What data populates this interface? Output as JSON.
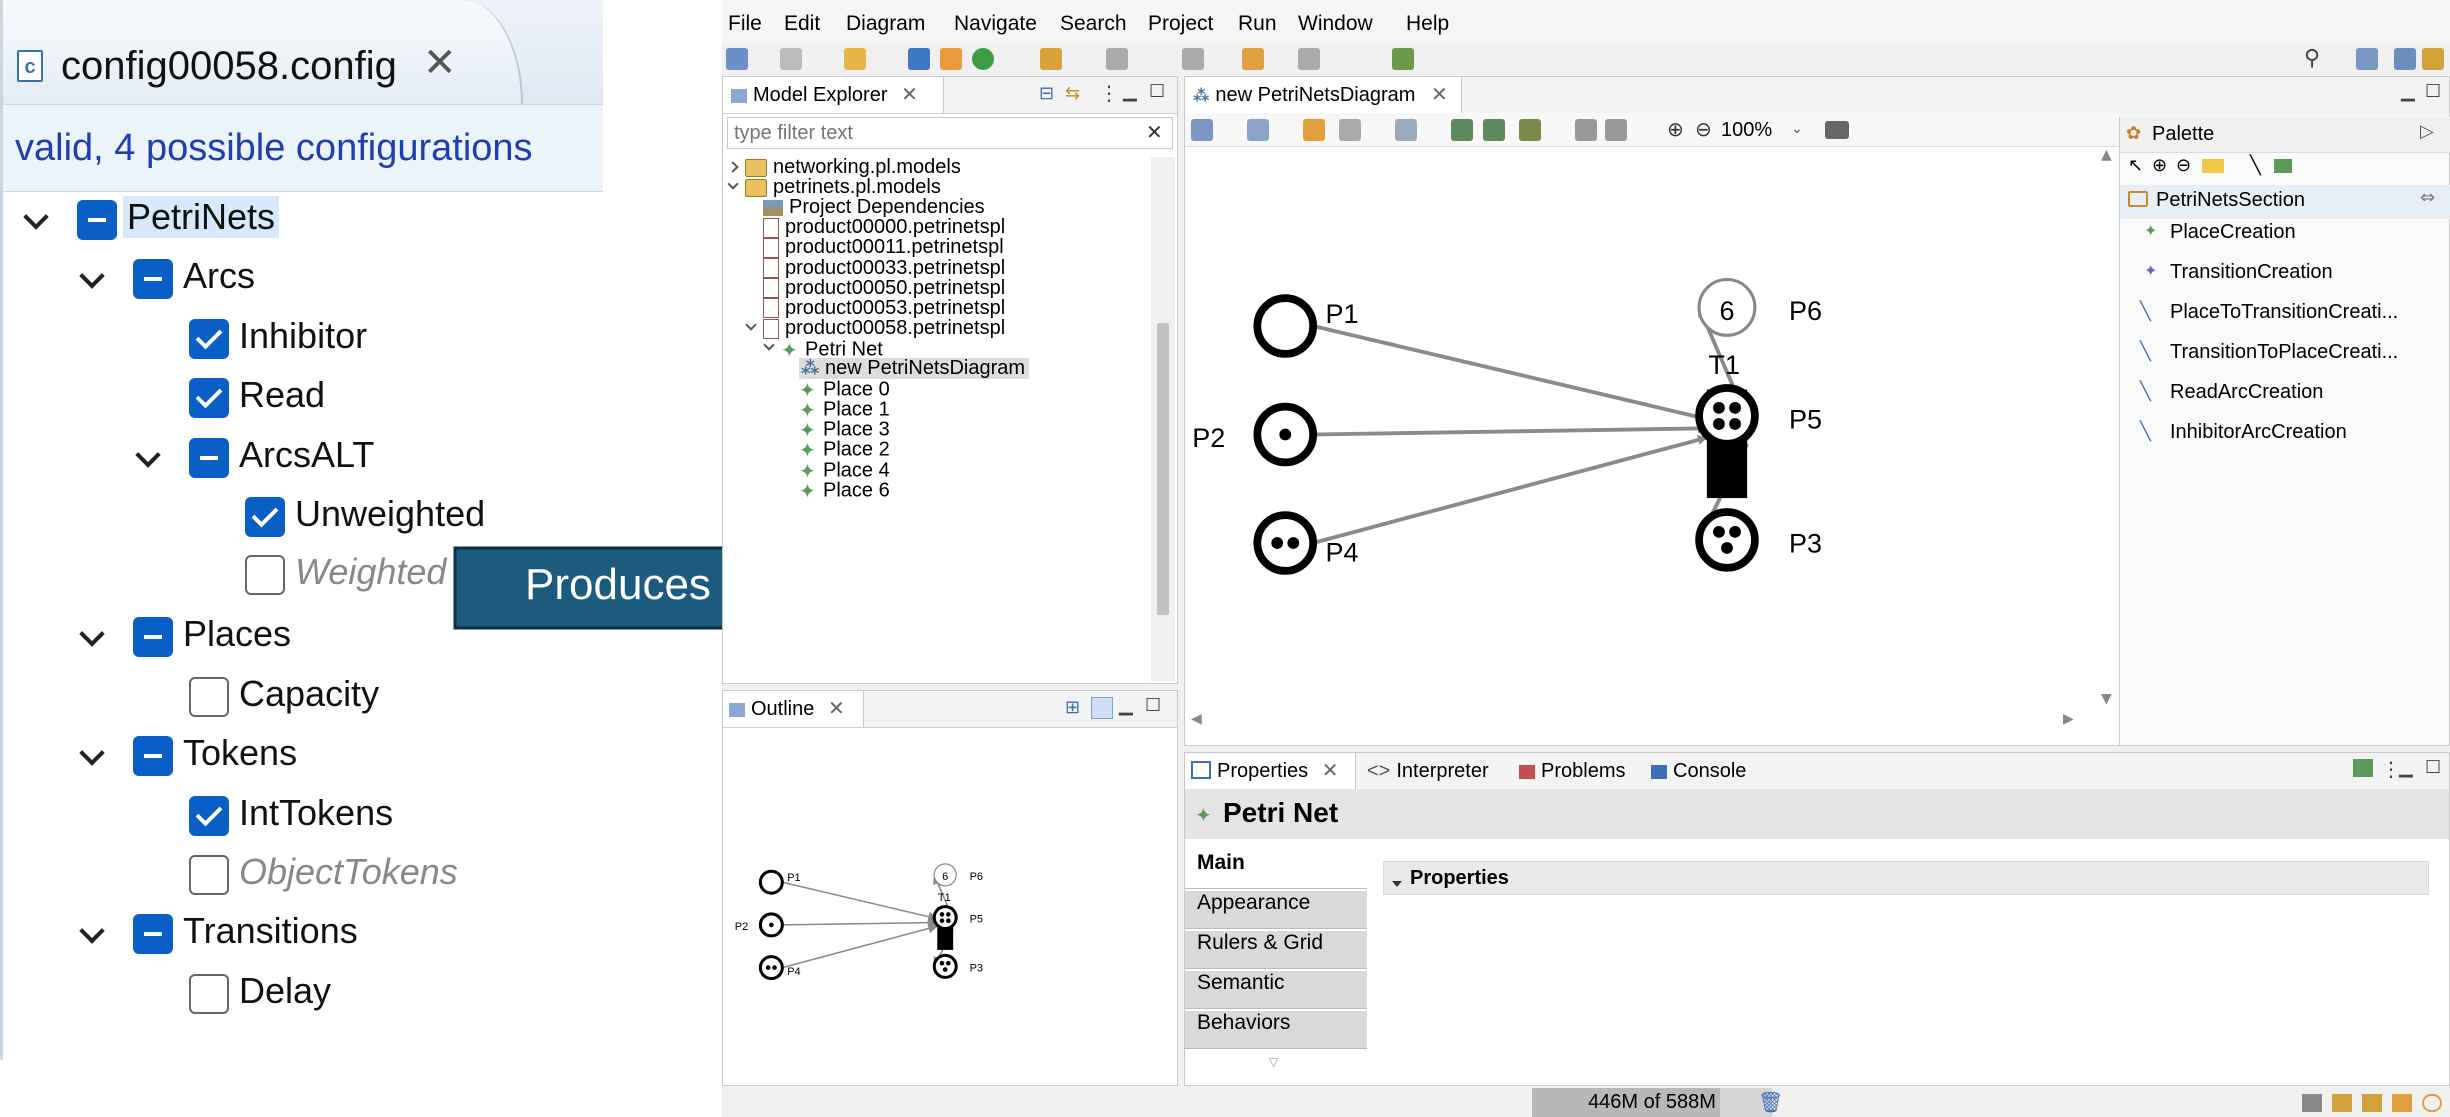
{
  "config_panel": {
    "tab_title": "config00058.config",
    "file_icon": "c",
    "status": "valid, 4 possible configurations",
    "features": [
      {
        "label": "PetriNets",
        "state": "minus",
        "depth": 0,
        "expand": true,
        "selected": true,
        "disabled": false
      },
      {
        "label": "Arcs",
        "state": "minus",
        "depth": 1,
        "expand": true,
        "selected": false,
        "disabled": false
      },
      {
        "label": "Inhibitor",
        "state": "checked",
        "depth": 2,
        "expand": false,
        "selected": false,
        "disabled": false
      },
      {
        "label": "Read",
        "state": "checked",
        "depth": 2,
        "expand": false,
        "selected": false,
        "disabled": false
      },
      {
        "label": "ArcsALT",
        "state": "minus",
        "depth": 2,
        "expand": true,
        "selected": false,
        "disabled": false
      },
      {
        "label": "Unweighted",
        "state": "checked",
        "depth": 3,
        "expand": false,
        "selected": false,
        "disabled": false
      },
      {
        "label": "Weighted",
        "state": "empty",
        "depth": 3,
        "expand": false,
        "selected": false,
        "disabled": true
      },
      {
        "label": "Places",
        "state": "minus",
        "depth": 1,
        "expand": true,
        "selected": false,
        "disabled": false
      },
      {
        "label": "Capacity",
        "state": "empty",
        "depth": 2,
        "expand": false,
        "selected": false,
        "disabled": false
      },
      {
        "label": "Tokens",
        "state": "minus",
        "depth": 1,
        "expand": true,
        "selected": false,
        "disabled": false
      },
      {
        "label": "IntTokens",
        "state": "checked",
        "depth": 2,
        "expand": false,
        "selected": false,
        "disabled": false
      },
      {
        "label": "ObjectTokens",
        "state": "empty",
        "depth": 2,
        "expand": false,
        "selected": false,
        "disabled": true
      },
      {
        "label": "Transitions",
        "state": "minus",
        "depth": 1,
        "expand": true,
        "selected": false,
        "disabled": false
      },
      {
        "label": "Delay",
        "state": "empty",
        "depth": 2,
        "expand": false,
        "selected": false,
        "disabled": false
      }
    ]
  },
  "arrow": {
    "label": "Produces",
    "color": "#1d5b7e"
  },
  "ide": {
    "menu": [
      "File",
      "Edit",
      "Diagram",
      "Navigate",
      "Search",
      "Project",
      "Run",
      "Window",
      "Help"
    ],
    "model_explorer": {
      "tab_label": "Model Explorer",
      "filter_placeholder": "type filter text",
      "items": [
        {
          "label": "networking.pl.models",
          "icon": "folder-icon",
          "depth": 0,
          "arrow": "right"
        },
        {
          "label": "petrinets.pl.models",
          "icon": "folder-icon",
          "depth": 0,
          "arrow": "down"
        },
        {
          "label": "Project Dependencies",
          "icon": "dependencies-icon",
          "depth": 1,
          "arrow": ""
        },
        {
          "label": "product00000.petrinetspl",
          "icon": "file-icon",
          "depth": 1,
          "arrow": ""
        },
        {
          "label": "product00011.petrinetspl",
          "icon": "file-icon",
          "depth": 1,
          "arrow": ""
        },
        {
          "label": "product00033.petrinetspl",
          "icon": "file-icon",
          "depth": 1,
          "arrow": ""
        },
        {
          "label": "product00050.petrinetspl",
          "icon": "file-icon",
          "depth": 1,
          "arrow": ""
        },
        {
          "label": "product00053.petrinetspl",
          "icon": "file-icon",
          "depth": 1,
          "arrow": ""
        },
        {
          "label": "product00058.petrinetspl",
          "icon": "file-icon",
          "depth": 1,
          "arrow": "down"
        },
        {
          "label": "Petri Net",
          "icon": "element-icon",
          "depth": 2,
          "arrow": "down"
        },
        {
          "label": "new PetriNetsDiagram",
          "icon": "diagram-icon",
          "depth": 3,
          "arrow": "",
          "selected": true
        },
        {
          "label": "Place 0",
          "icon": "element-icon",
          "depth": 3,
          "arrow": ""
        },
        {
          "label": "Place 1",
          "icon": "element-icon",
          "depth": 3,
          "arrow": ""
        },
        {
          "label": "Place 3",
          "icon": "element-icon",
          "depth": 3,
          "arrow": ""
        },
        {
          "label": "Place 2",
          "icon": "element-icon",
          "depth": 3,
          "arrow": ""
        },
        {
          "label": "Place 4",
          "icon": "element-icon",
          "depth": 3,
          "arrow": ""
        },
        {
          "label": "Place 6",
          "icon": "element-icon",
          "depth": 3,
          "arrow": ""
        }
      ]
    },
    "outline": {
      "tab_label": "Outline"
    },
    "editor": {
      "tab_label": "new PetriNetsDiagram",
      "zoom": "100%"
    },
    "diagram": {
      "transition": "T1",
      "places": [
        {
          "name": "P1",
          "tokens": "0"
        },
        {
          "name": "P2",
          "tokens": "1"
        },
        {
          "name": "P4",
          "tokens": "2"
        },
        {
          "name": "P6",
          "tokens": "6"
        },
        {
          "name": "P5",
          "tokens": "4"
        },
        {
          "name": "P3",
          "tokens": "3"
        }
      ]
    },
    "palette": {
      "title": "Palette",
      "section": "PetriNetsSection",
      "tools": [
        "PlaceCreation",
        "TransitionCreation",
        "PlaceToTransitionCreati...",
        "TransitionToPlaceCreati...",
        "ReadArcCreation",
        "InhibitorArcCreation"
      ]
    },
    "bottom_tabs": [
      "Properties",
      "Interpreter",
      "Problems",
      "Console"
    ],
    "properties": {
      "title": "Petri Net",
      "side_tabs": [
        "Main",
        "Appearance",
        "Rulers & Grid",
        "Semantic",
        "Behaviors"
      ],
      "section": "Properties"
    },
    "status": {
      "memory": "446M of 588M"
    }
  }
}
